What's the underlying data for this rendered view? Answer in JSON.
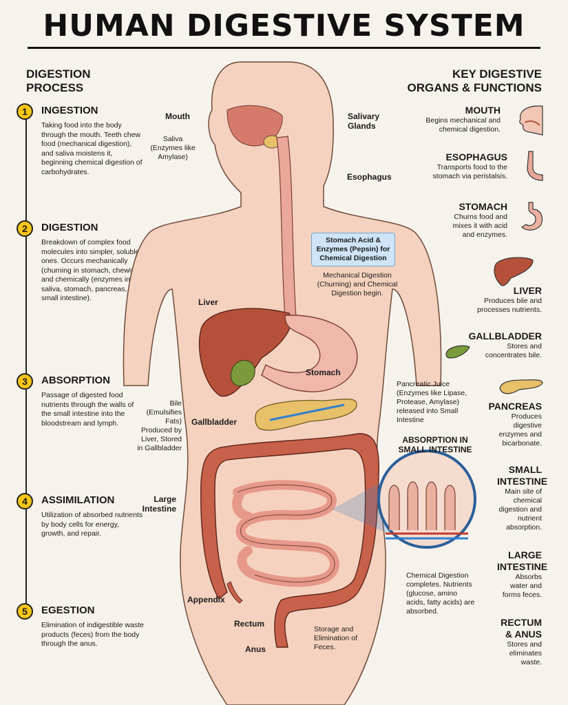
{
  "title": "HUMAN DIGESTIVE SYSTEM",
  "left_heading": [
    "DIGESTION",
    "PROCESS"
  ],
  "steps": [
    {
      "num": "1",
      "title": "INGESTION",
      "desc": "Taking food into the body through the mouth. Teeth chew food (mechanical digestion), and saliva moistens it, beginning chemical digestion of carbohydrates."
    },
    {
      "num": "2",
      "title": "DIGESTION",
      "desc": "Breakdown of complex food molecules into simpler, soluble ones. Occurs mechanically (churning in stomach, chewing) and chemically (enzymes in saliva, stomach, pancreas, and small intestine)."
    },
    {
      "num": "3",
      "title": "ABSORPTION",
      "desc": "Passage of digested food nutrients through the walls of the small intestine into the bloodstream and lymph."
    },
    {
      "num": "4",
      "title": "ASSIMILATION",
      "desc": "Utilization of absorbed nutrients by body cells for energy, growth, and repair."
    },
    {
      "num": "5",
      "title": "EGESTION",
      "desc": "Elimination of indigestible waste products (feces) from the body through the anus."
    }
  ],
  "right_heading": [
    "KEY DIGESTIVE",
    "ORGANS & FUNCTIONS"
  ],
  "organs": [
    {
      "name": "MOUTH",
      "desc": "Begins mechanical and chemical digestion."
    },
    {
      "name": "ESOPHAGUS",
      "desc": "Transports food to the stomach via peristalsis."
    },
    {
      "name": "STOMACH",
      "desc": "Churns food and mixes it with acid and enzymes."
    },
    {
      "name": "LIVER",
      "desc": "Produces bile and processes nutrients."
    },
    {
      "name": "GALLBLADDER",
      "desc": "Stores and concentrates bile."
    },
    {
      "name": "PANCREAS",
      "desc": "Produces digestive enzymes and bicarbonate."
    },
    {
      "name": "SMALL INTESTINE",
      "desc": "Main site of chemical digestion and nutrient absorption."
    },
    {
      "name": "LARGE INTESTINE",
      "desc": "Absorbs water and forms feces."
    },
    {
      "name": "RECTUM & ANUS",
      "desc": "Stores and eliminates waste."
    }
  ],
  "diagram": {
    "mouth": "Mouth",
    "saliva": "Saliva (Enzymes like Amylase)",
    "salivary_glands": "Salivary Glands",
    "esophagus": "Esophagus",
    "stomach_acid": "Stomach Acid & Enzymes (Pepsin) for Chemical Digestion",
    "mechanical": "Mechanical Digestion (Churning) and Chemical Digestion begin.",
    "liver": "Liver",
    "stomach": "Stomach",
    "bile": "Bile (Emulsifies Fats) Produced by Liver, Stored in Gallbladder",
    "gallbladder": "Gallbladder",
    "pancreatic": "Pancreatic Juice (Enzymes like Lipase, Protease, Amylase) released into Small Intestine",
    "absorption_title": "ABSORPTION IN SMALL INTESTINE",
    "large_intestine": "Large Intestine",
    "chemical_completes": "Chemical Digestion completes. Nutrients (glucose, amino acids, fatty acids) are absorbed.",
    "appendix": "Appendix",
    "rectum": "Rectum",
    "anus": "Anus",
    "storage": "Storage and Elimination of Feces."
  },
  "colors": {
    "accent_yellow": "#f5c518",
    "organ_red": "#b5513a",
    "callout_blue": "#cfe5f7"
  }
}
